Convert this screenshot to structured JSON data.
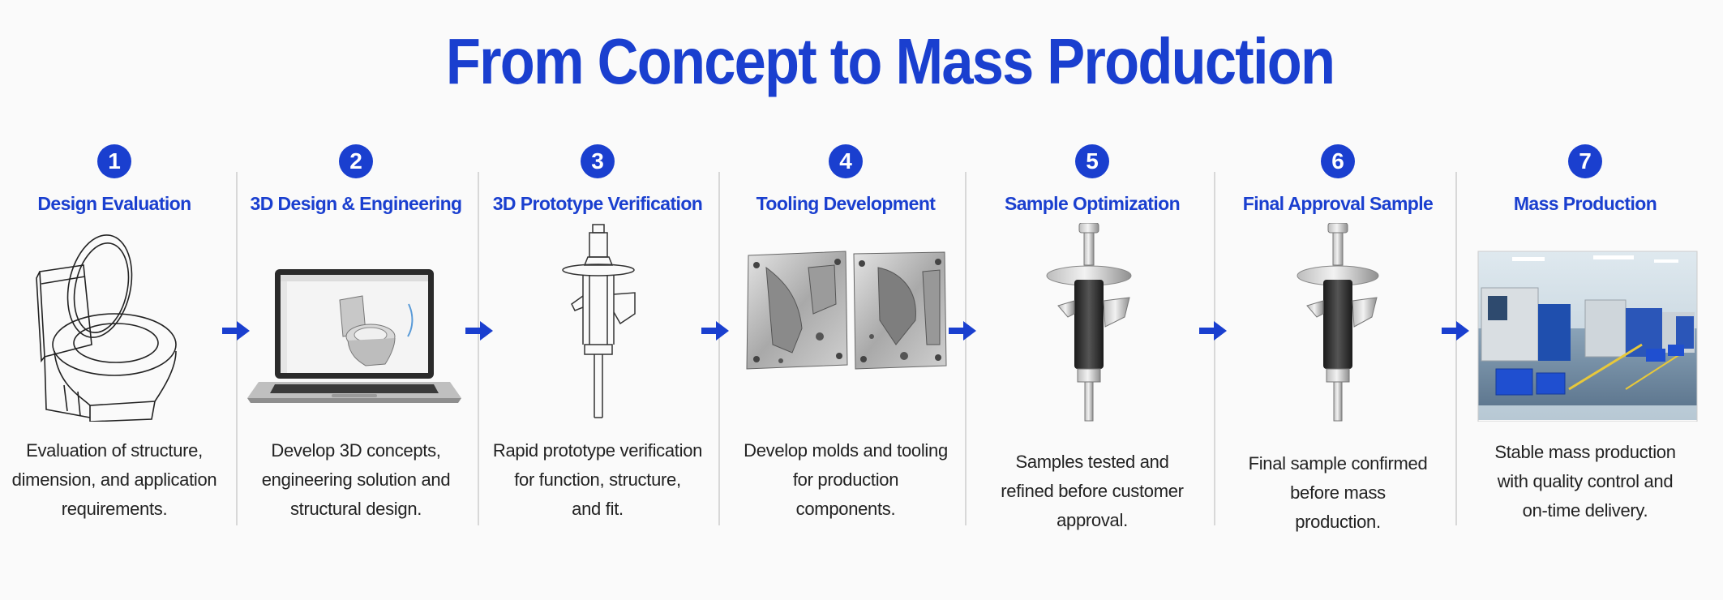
{
  "title": "From Concept to Mass Production",
  "accent_color": "#1a3fcf",
  "steps": [
    {
      "number": "1",
      "title": "Design Evaluation",
      "icon": "toilet-sketch-icon",
      "description_lines": [
        "Evaluation of structure,",
        "dimension, and application",
        "requirements."
      ]
    },
    {
      "number": "2",
      "title": "3D Design & Engineering",
      "icon": "laptop-cad-icon",
      "description_lines": [
        "Develop 3D concepts,",
        "engineering solution and",
        "structural design."
      ]
    },
    {
      "number": "3",
      "title": "3D Prototype Verification",
      "icon": "prototype-sketch-icon",
      "description_lines": [
        "Rapid prototype verification",
        "for function, structure,",
        "and fit."
      ]
    },
    {
      "number": "4",
      "title": "Tooling Development",
      "icon": "mold-icon",
      "description_lines": [
        "Develop molds and tooling",
        "for production",
        "components."
      ]
    },
    {
      "number": "5",
      "title": "Sample Optimization",
      "icon": "sample-part-icon",
      "description_lines": [
        "Samples tested and",
        "refined before customer",
        "approval."
      ]
    },
    {
      "number": "6",
      "title": "Final Approval Sample",
      "icon": "final-sample-icon",
      "description_lines": [
        "Final sample confirmed",
        "before mass",
        "production."
      ]
    },
    {
      "number": "7",
      "title": "Mass Production",
      "icon": "factory-photo-icon",
      "description_lines": [
        "Stable mass production",
        "with quality control and",
        "on-time delivery."
      ]
    }
  ]
}
